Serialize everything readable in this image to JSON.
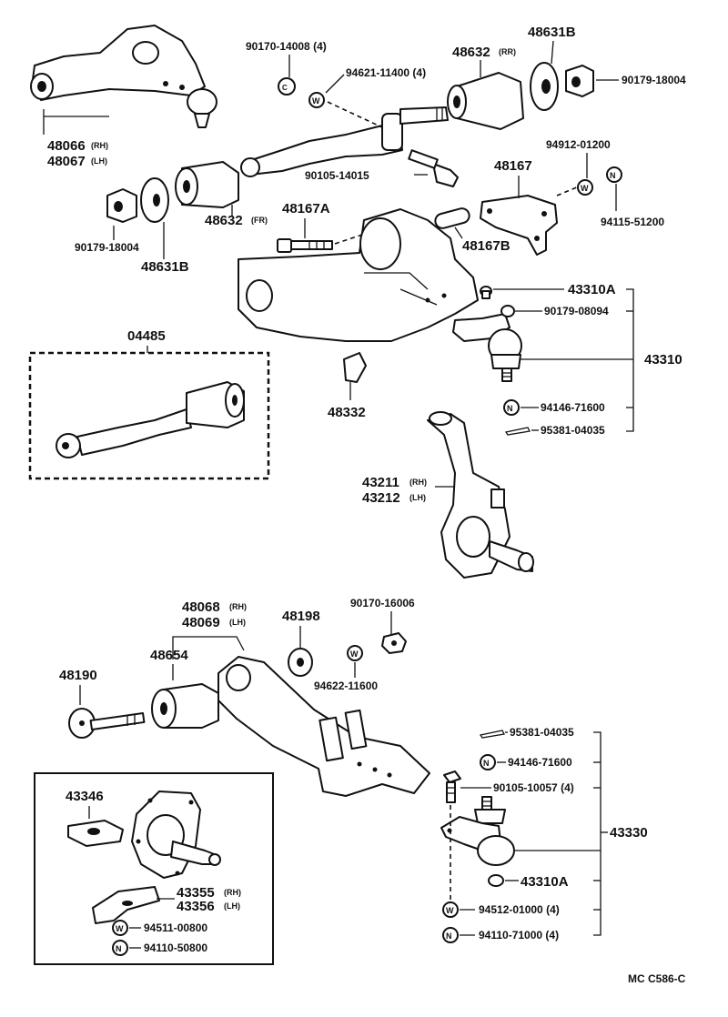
{
  "code": "MC  C586-C",
  "labels": {
    "p48066": "48066",
    "p48066_side": "(RH)",
    "p48067": "48067",
    "p48067_side": "(LH)",
    "p90170_14008": "90170-14008 (4)",
    "p94621_11400": "94621-11400 (4)",
    "p48632_rr": "48632",
    "p48632_rr_side": "(RR)",
    "p48631b_top": "48631B",
    "p90179_18004_top": "90179-18004",
    "p90105_14015": "90105-14015",
    "p94912_01200": "94912-01200",
    "p48167": "48167",
    "p94115_51200": "94115-51200",
    "p90179_18004_left": "90179-18004",
    "p48631b_left": "48631B",
    "p48632_fr": "48632",
    "p48632_fr_side": "(FR)",
    "p48167a": "48167A",
    "p48167b": "48167B",
    "p43310a_top": "43310A",
    "p90179_08094": "90179-08094",
    "p43310": "43310",
    "p94146_71600_top": "94146-71600",
    "p95381_04035_top": "95381-04035",
    "p04485": "04485",
    "p48332": "48332",
    "p43211": "43211",
    "p43211_side": "(RH)",
    "p43212": "43212",
    "p43212_side": "(LH)",
    "p48068": "48068",
    "p48068_side": "(RH)",
    "p48069": "48069",
    "p48069_side": "(LH)",
    "p48198": "48198",
    "p90170_16006": "90170-16006",
    "p48654": "48654",
    "p94622_11600": "94622-11600",
    "p48190": "48190",
    "p95381_04035_bot": "95381-04035",
    "p94146_71600_bot": "94146-71600",
    "p90105_10057": "90105-10057 (4)",
    "p43330": "43330",
    "p43310a_bot": "43310A",
    "p94512_01000": "94512-01000 (4)",
    "p94110_71000": "94110-71000 (4)",
    "p43346": "43346",
    "p43355": "43355",
    "p43355_side": "(RH)",
    "p43356": "43356",
    "p43356_side": "(LH)",
    "p94511_00800": "94511-00800",
    "p94110_50800": "94110-50800"
  },
  "washer_marks": {
    "w": "W",
    "n": "N"
  }
}
